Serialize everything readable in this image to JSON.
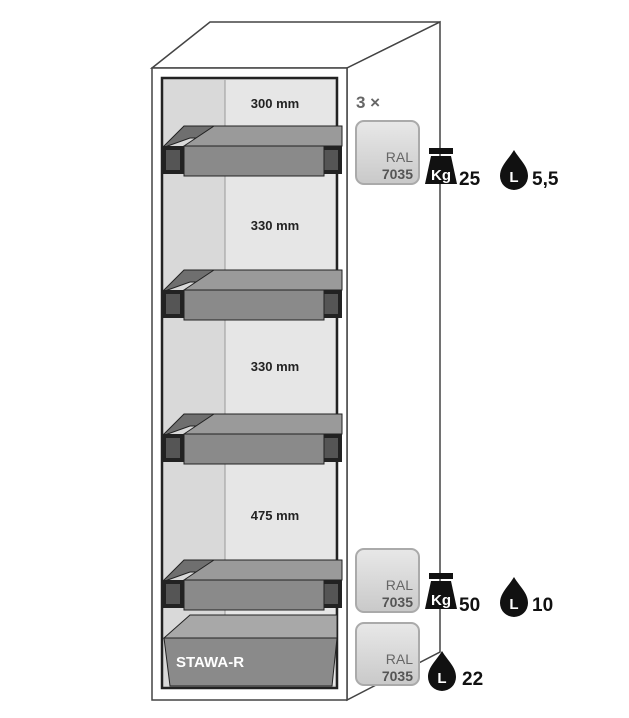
{
  "cabinet": {
    "model": "STAWA-R",
    "spacings": [
      "300 mm",
      "330 mm",
      "330 mm",
      "475 mm"
    ]
  },
  "shelves": {
    "quantity": "3 ×",
    "color": "RAL",
    "color_code": "7035",
    "load_kg": "25",
    "volume_l": "5,5"
  },
  "bottom_shelf": {
    "color": "RAL",
    "color_code": "7035",
    "load_kg": "50",
    "volume_l": "10"
  },
  "sump": {
    "color": "RAL",
    "color_code": "7035",
    "volume_l": "22"
  },
  "icons": {
    "weight": "Kg",
    "liquid": "L"
  },
  "colors": {
    "tray": "#8c8c8c",
    "back": "#d9d9d9",
    "ral7035": "#d2d2d2"
  }
}
